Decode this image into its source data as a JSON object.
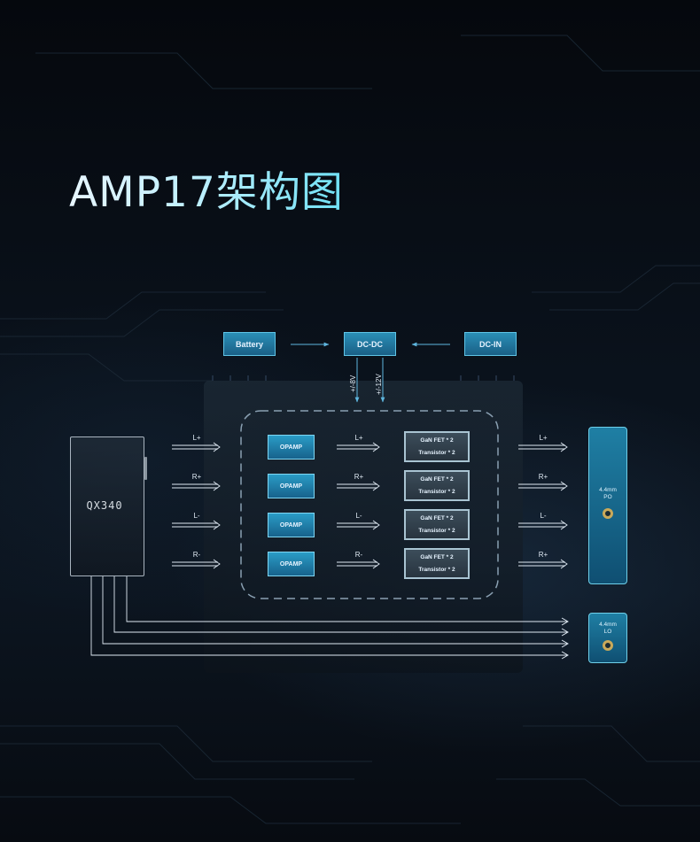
{
  "title": "AMP17架构图",
  "power": {
    "battery": "Battery",
    "dcdc": "DC-DC",
    "dcin": "DC-IN",
    "rail_1": "+/-8V",
    "rail_2": "+/-12V"
  },
  "device": {
    "logo": "QX340"
  },
  "channels": [
    {
      "input": "L+",
      "opamp": "OPAMP",
      "mid": "L+",
      "gan_1": "GaN FET * 2",
      "gan_2": "Transistor * 2",
      "output": "L+"
    },
    {
      "input": "R+",
      "opamp": "OPAMP",
      "mid": "R+",
      "gan_1": "GaN FET * 2",
      "gan_2": "Transistor * 2",
      "output": "R+"
    },
    {
      "input": "L-",
      "opamp": "OPAMP",
      "mid": "L-",
      "gan_1": "GaN FET * 2",
      "gan_2": "Transistor * 2",
      "output": "L-"
    },
    {
      "input": "R-",
      "opamp": "OPAMP",
      "mid": "R-",
      "gan_1": "GaN FET * 2",
      "gan_2": "Transistor * 2",
      "output": "R+"
    }
  ],
  "outputs": {
    "po_line1": "4.4mm",
    "po_line2": "PO",
    "lo_line1": "4.4mm",
    "lo_line2": "LO"
  },
  "colors": {
    "accent": "#2a9cc6",
    "title_gradient_end": "#6fe0f4",
    "background": "#070b12"
  }
}
